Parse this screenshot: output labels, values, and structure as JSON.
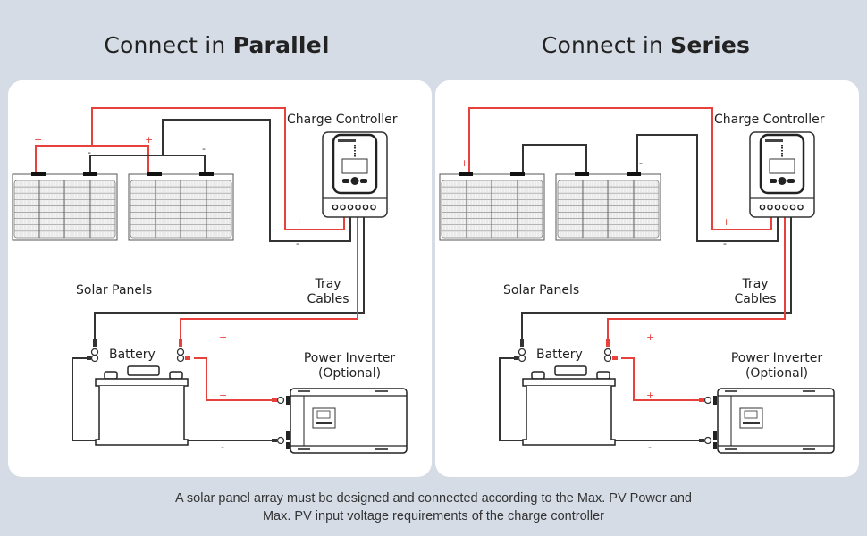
{
  "colors": {
    "positive_wire": "#e8413c",
    "negative_wire": "#333333",
    "background": "#d5dce6",
    "card": "#ffffff"
  },
  "diagrams": [
    {
      "id": "parallel",
      "title_prefix": "Connect in ",
      "title_bold": "Parallel",
      "labels": {
        "charge_controller": "Charge Controller",
        "solar_panels": "Solar Panels",
        "tray_cables_1": "Tray",
        "tray_cables_2": "Cables",
        "battery": "Battery",
        "inverter_1": "Power Inverter",
        "inverter_2": "(Optional)"
      },
      "signs": {
        "plus": "+",
        "minus": "-"
      }
    },
    {
      "id": "series",
      "title_prefix": "Connect in ",
      "title_bold": "Series",
      "labels": {
        "charge_controller": "Charge Controller",
        "solar_panels": "Solar Panels",
        "tray_cables_1": "Tray",
        "tray_cables_2": "Cables",
        "battery": "Battery",
        "inverter_1": "Power Inverter",
        "inverter_2": "(Optional)"
      },
      "signs": {
        "plus": "+",
        "minus": "-"
      }
    }
  ],
  "footer": {
    "line1": "A solar panel array must be designed and connected according to the Max. PV Power and",
    "line2": "Max. PV input voltage requirements of the charge controller"
  }
}
